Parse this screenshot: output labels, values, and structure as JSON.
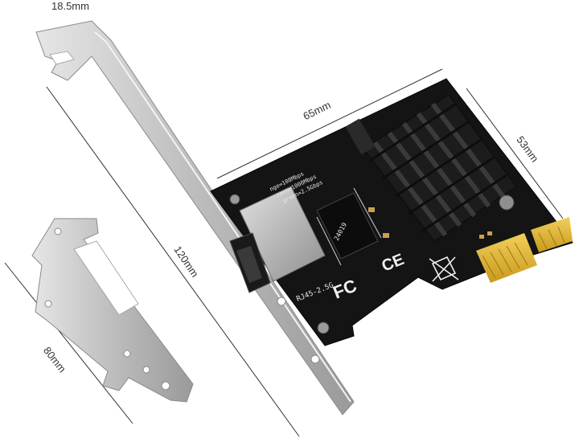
{
  "dimensions": {
    "bracket_width": "18.5mm",
    "board_length": "65mm",
    "board_height": "53mm",
    "full_bracket_length": "120mm",
    "low_bracket_length": "80mm"
  },
  "board": {
    "port_label": "RJ45-2.5G",
    "led_lines": [
      "nge=100Mbps",
      "reen=1000Mbps",
      "green=2.5Gbps"
    ],
    "chip_code": "24019",
    "marks": {
      "fc": "FC",
      "ce": "CE"
    }
  },
  "colors": {
    "pcb": "#141414",
    "heatsink": "#1c1c1c",
    "gold": "#e0b431",
    "bracket": "#c9c9c9"
  }
}
